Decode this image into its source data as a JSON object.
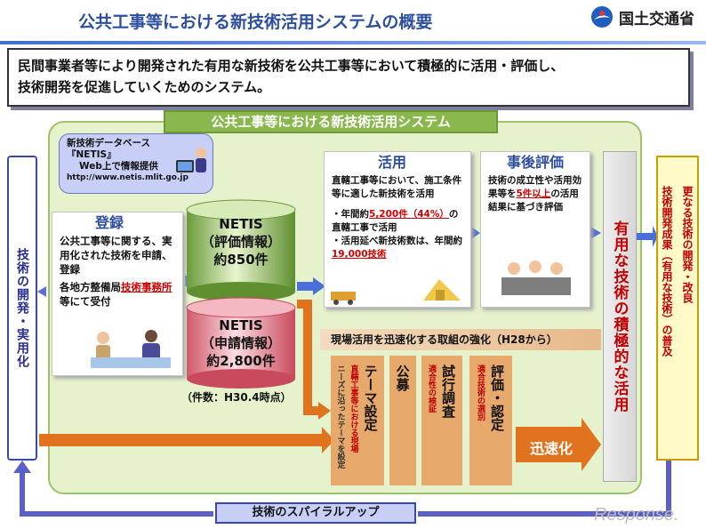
{
  "header": {
    "title": "公共工事等における新技術活用システムの概要",
    "ministry": "国土交通省"
  },
  "intro": {
    "line1": "民間事業者等により開発された有用な新技術を公共工事等において積極的に活用・評価し、",
    "line2": "技術開発を促進していくためのシステム。"
  },
  "system_banner": "公共工事等における新技術活用システム",
  "left_bar": "技術の開発・実用化",
  "right_bar": {
    "col1": "更なる技術の開発・改良",
    "col2": "技術開発成果（有用な技術）の普及"
  },
  "netis_bubble": {
    "line1": "新技術データベース",
    "line2": "『NETIS』",
    "line3": "Web上で情報提供",
    "url": "http://www.netis.mlit.go.jp"
  },
  "register": {
    "heading": "登録",
    "text1": "公共工事等に関する、実用化された技術を申請、登録",
    "text2_pre": "各地方整備局",
    "text2_red": "技術事務所",
    "text2_post": "等にて受付"
  },
  "cylinder_eval": {
    "line1": "NETIS",
    "line2": "（評価情報）",
    "line3": "約850件"
  },
  "cylinder_app": {
    "line1": "NETIS",
    "line2": "（申請情報）",
    "line3": "約2,800件"
  },
  "count_note": "（件数：H30.4時点）",
  "activity": {
    "heading": "活用",
    "text1": "直轄工事等において、施工条件等に適した新技術を活用",
    "b1_pre": "・年間約",
    "b1_red": "5,200件（44%）",
    "b1_post": "の直轄工事で活用",
    "b2_pre": "・活用延べ新技術数は、年間約",
    "b2_red": "19,000技術"
  },
  "evaluation": {
    "heading": "事後評価",
    "pre": "技術の成立性や活用効果等を",
    "red": "5件以上",
    "post": "の活用結果に基づき評価"
  },
  "active_use": "有用な技術の積極的な活用",
  "speedup_banner": "現場活用を迅速化する取組の強化（H28から）",
  "steps": {
    "theme_big": "テーマ設定",
    "theme_small1": "直轄工事等における現場",
    "theme_small2": "ニーズに沿ったテーマを設定",
    "public_big": "公募",
    "trial_big": "試行調査",
    "trial_small": "適合性の検証",
    "eval_big": "評価・認定",
    "eval_small": "適合技術の選別"
  },
  "speed_label": "迅速化",
  "spiral": "技術のスパイラルアップ",
  "watermark": "Response."
}
